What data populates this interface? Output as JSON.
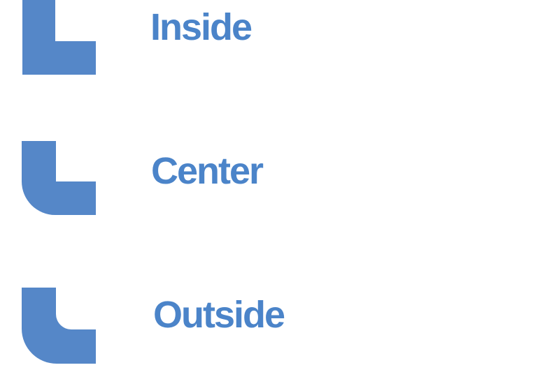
{
  "colors": {
    "shape_fill": "#5587C8",
    "label_text": "#4B84C9",
    "background": "#FFFFFF"
  },
  "diagram": {
    "description": "Stroke alignment corner comparison",
    "options": [
      {
        "label": "Inside",
        "icon": "corner-stroke-inside-icon"
      },
      {
        "label": "Center",
        "icon": "corner-stroke-center-icon"
      },
      {
        "label": "Outside",
        "icon": "corner-stroke-outside-icon"
      }
    ]
  }
}
